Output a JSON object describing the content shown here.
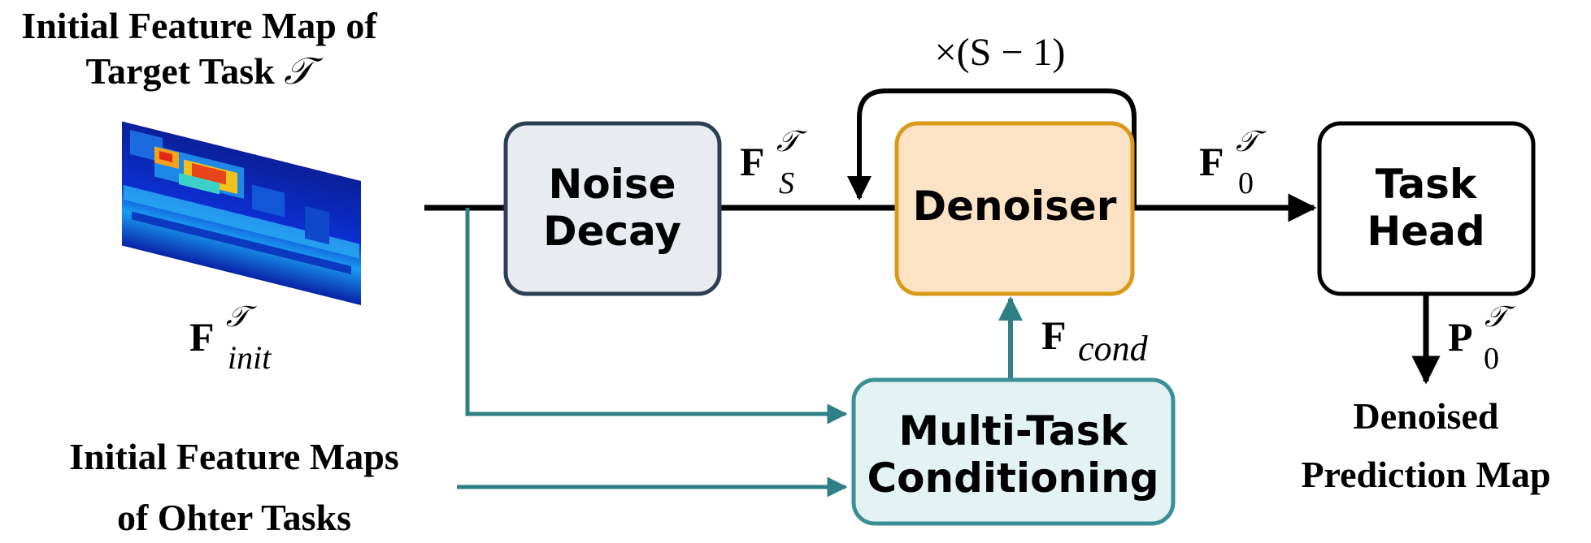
{
  "labels": {
    "initial_map_title_line1": "Initial Feature Map of",
    "initial_map_title_line2": "Target Task",
    "initial_map_title_symbol": "𝒯",
    "f_init_base": "F",
    "f_init_sup": "𝒯",
    "f_init_sub": "init",
    "other_maps_line1": "Initial Feature Maps",
    "other_maps_line2": "of Ohter Tasks",
    "loop_label": "×(S − 1)",
    "fs_base": "F",
    "fs_sup": "𝒯",
    "fs_sub": "S",
    "f0_base": "F",
    "f0_sup": "𝒯",
    "f0_sub": "0",
    "fcond_base": "F",
    "fcond_sub": "cond",
    "p0_base": "P",
    "p0_sup": "𝒯",
    "p0_sub": "0",
    "output_line1": "Denoised",
    "output_line2": "Prediction Map"
  },
  "nodes": {
    "noise_decay": {
      "line1": "Noise",
      "line2": "Decay"
    },
    "denoiser": {
      "line1": "Denoiser"
    },
    "task_head": {
      "line1": "Task",
      "line2": "Head"
    },
    "multi_task": {
      "line1": "Multi-Task",
      "line2": "Conditioning"
    }
  },
  "colors": {
    "black": "#000000",
    "teal": "#2e7f86",
    "noise_decay_fill": "#e8ecf0",
    "noise_decay_stroke": "#2d3f55",
    "denoiser_fill": "#fde3c6",
    "denoiser_stroke": "#d99a17",
    "task_head_fill": "#ffffff",
    "task_head_stroke": "#000000",
    "multi_task_fill": "#e3f2f3",
    "multi_task_stroke": "#3a8f95"
  }
}
